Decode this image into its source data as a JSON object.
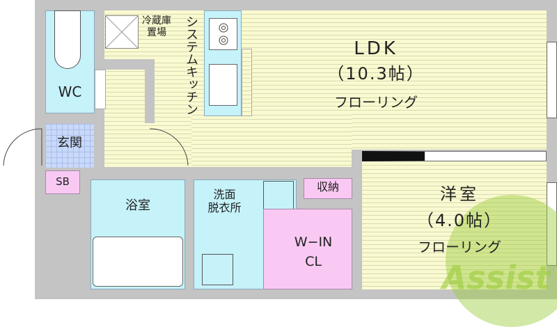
{
  "rooms": {
    "wc": "WC",
    "fridge": "冷蔵庫\n置場",
    "kitchen": "システムキッチン",
    "ldk": {
      "name": "LDK",
      "size": "（10.3帖）",
      "floor": "フローリング"
    },
    "entrance": "玄関",
    "shoebox": "SB",
    "bath": "浴室",
    "washroom": "洗面\n脱衣所",
    "storage": "収納",
    "walkin": {
      "line1": "W−IN",
      "line2": "CL"
    },
    "western": {
      "name": "洋室",
      "size": "（4.0帖）",
      "floor": "フローリング"
    }
  },
  "watermark": "Assist",
  "colors": {
    "floor": "#fafad0",
    "wet_area": "#c6f2fa",
    "storage": "#f9c9f3",
    "entrance": "#c9d9fa",
    "watermark": "#9ccc3c"
  }
}
